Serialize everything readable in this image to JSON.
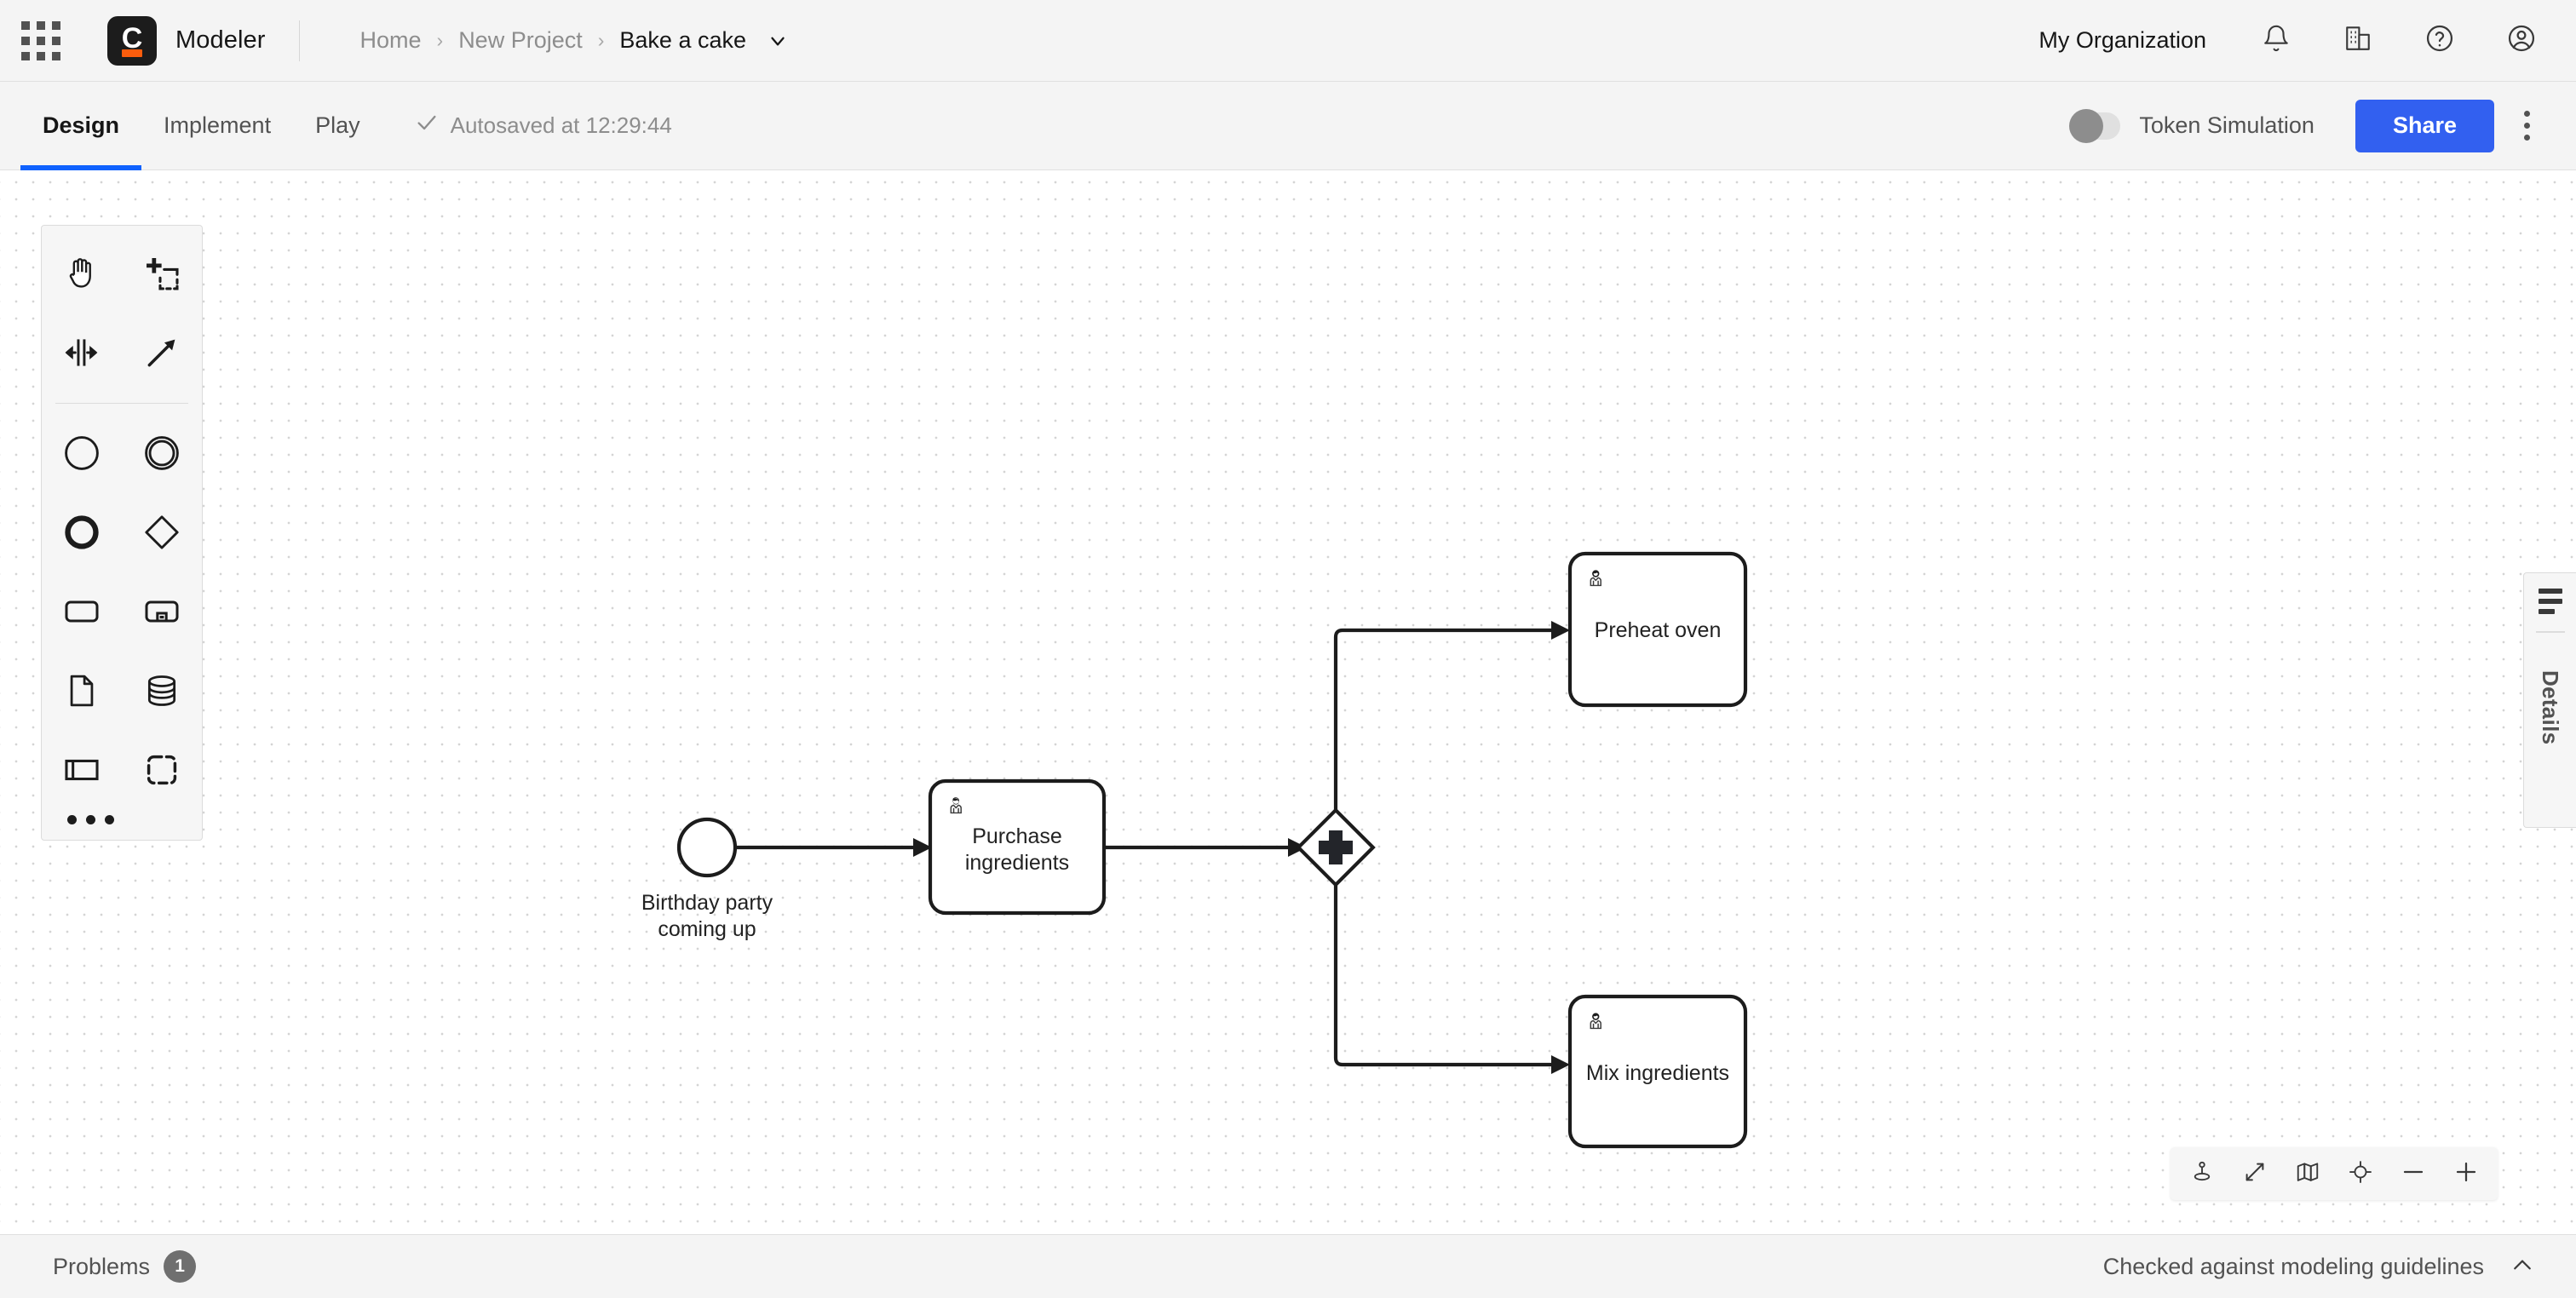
{
  "header": {
    "app_switcher_icon": "grid-apps-icon",
    "logo_letter": "C",
    "brand": "Modeler",
    "breadcrumb": [
      {
        "label": "Home",
        "current": false
      },
      {
        "label": "New Project",
        "current": false
      },
      {
        "label": "Bake a cake",
        "current": true
      }
    ],
    "breadcrumb_separator": "›",
    "organization": "My Organization",
    "icons": [
      "bell-icon",
      "building-icon",
      "help-icon",
      "user-avatar-icon"
    ]
  },
  "tabbar": {
    "tabs": [
      {
        "label": "Design",
        "active": true
      },
      {
        "label": "Implement",
        "active": false
      },
      {
        "label": "Play",
        "active": false
      }
    ],
    "autosave": "Autosaved at 12:29:44",
    "autosave_icon": "check-icon",
    "token_simulation_label": "Token Simulation",
    "token_simulation_on": false,
    "share_label": "Share",
    "overflow_icon": "kebab-menu-icon",
    "accent_color": "#0f62fe",
    "share_color": "#3260f0"
  },
  "palette": {
    "tools": [
      "hand-tool-icon",
      "lasso-tool-icon",
      "space-tool-icon",
      "connect-tool-icon"
    ],
    "shapes": [
      "start-event-icon",
      "intermediate-event-icon",
      "end-event-icon",
      "gateway-icon",
      "task-icon",
      "subprocess-icon",
      "data-object-icon",
      "data-store-icon",
      "participant-icon",
      "group-icon"
    ],
    "more_icon": "ellipsis-icon"
  },
  "diagram": {
    "elements": [
      {
        "id": "start",
        "type": "start-event",
        "label": "Birthday party\ncoming up"
      },
      {
        "id": "purchase",
        "type": "user-task",
        "label": "Purchase\ningredients"
      },
      {
        "id": "gateway",
        "type": "parallel-gateway",
        "label": ""
      },
      {
        "id": "preheat",
        "type": "user-task",
        "label": "Preheat oven"
      },
      {
        "id": "mix",
        "type": "user-task",
        "label": "Mix ingredients"
      }
    ],
    "labels": {
      "start": "Birthday party\ncoming up",
      "start_line1": "Birthday party",
      "start_line2": "coming up",
      "purchase_line1": "Purchase",
      "purchase_line2": "ingredients",
      "preheat": "Preheat oven",
      "mix": "Mix ingredients"
    }
  },
  "details_panel": {
    "title": "Details",
    "toggle_icon": "list-menu-icon"
  },
  "canvas_controls": {
    "buttons": [
      "pin-marker-icon",
      "fit-viewport-icon",
      "minimap-icon",
      "reset-zoom-icon",
      "zoom-out-icon",
      "zoom-in-icon"
    ]
  },
  "status_bar": {
    "problems_label": "Problems",
    "problems_count": "1",
    "guidelines_text": "Checked against modeling guidelines",
    "collapse_icon": "chevron-up-icon"
  }
}
